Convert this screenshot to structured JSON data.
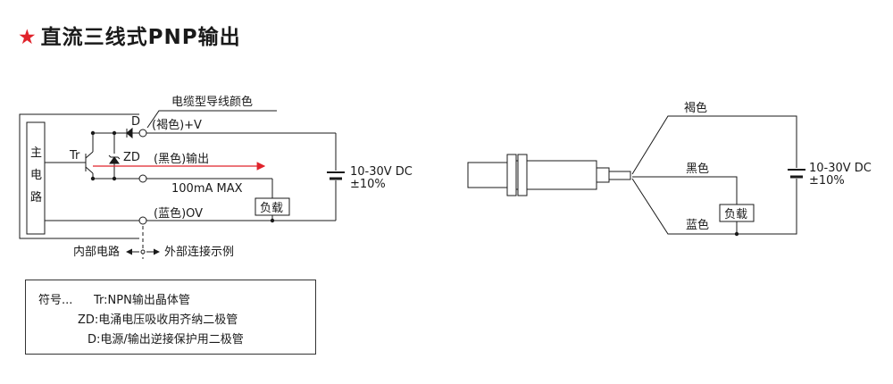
{
  "title": {
    "star": "★",
    "text": "直流三线式PNP输出"
  },
  "internal_circuit": {
    "main_circuit_label": [
      "主",
      "电",
      "路"
    ],
    "tr_label": "Tr",
    "zd_label": "ZD",
    "d_label": "D"
  },
  "wiring_labels": {
    "cable_color_header": "电缆型导线颜色",
    "brown_plus_v": "(褐色)+V",
    "black_output": "(黑色)输出",
    "current_max": "100mA MAX",
    "blue_0v": "(蓝色)OV",
    "load_left": "负载",
    "supply_left_line1": "10-30V DC",
    "supply_left_line2": "±10%"
  },
  "boundary_caption": {
    "internal": "内部电路",
    "external": "外部连接示例"
  },
  "legend": {
    "prefix": "符号...",
    "tr": "Tr:NPN输出晶体管",
    "zd": "ZD:电涌电压吸收用齐纳二极管",
    "d": "D:电源/输出逆接保护用二极管"
  },
  "sensor_wiring": {
    "brown": "褐色",
    "black": "黑色",
    "blue": "蓝色",
    "load": "负载",
    "supply_line1": "10-30V DC",
    "supply_line2": "±10%"
  },
  "colors": {
    "star": "#e0232b",
    "output_arrow": "#e0232b",
    "line": "#1a1a1a"
  }
}
